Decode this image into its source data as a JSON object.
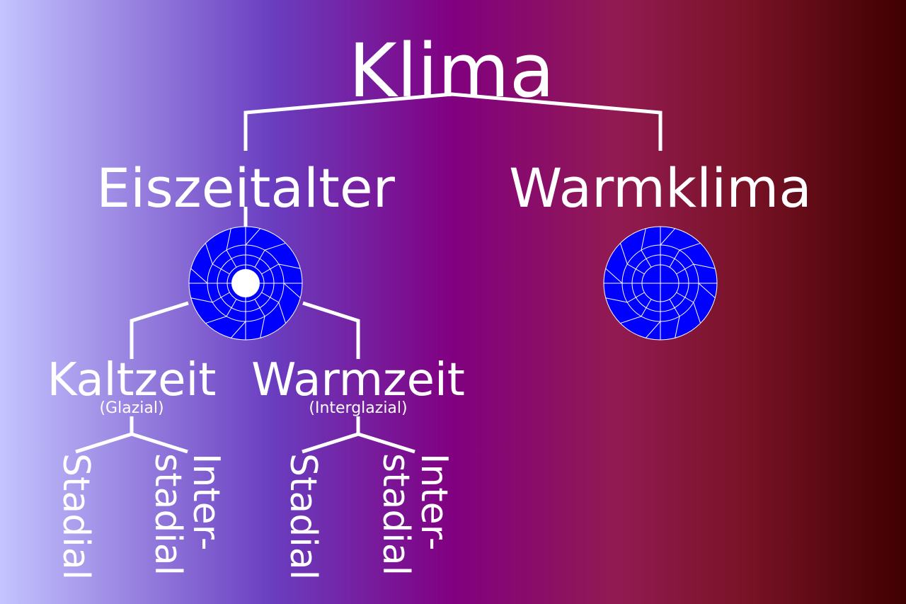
{
  "title": "Klima",
  "branches": {
    "left": "Eiszeitalter",
    "right": "Warmklima"
  },
  "sub": {
    "cold": {
      "label": "Kaltzeit",
      "note": "(Glazial)"
    },
    "warm": {
      "label": "Warmzeit",
      "note": "(Interglazial)"
    }
  },
  "leaves": {
    "cold_stadial": "Stadial",
    "cold_interstadial_1": "Inter-",
    "cold_interstadial_2": "stadial",
    "warm_stadial": "Stadial",
    "warm_interstadial_1": "Inter-",
    "warm_interstadial_2": "stadial"
  },
  "colors": {
    "globe": "#0000ff",
    "ice_cap": "#ffffff",
    "text": "#ffffff"
  },
  "icons": [
    "globe-with-ice-cap-icon",
    "globe-icon"
  ]
}
